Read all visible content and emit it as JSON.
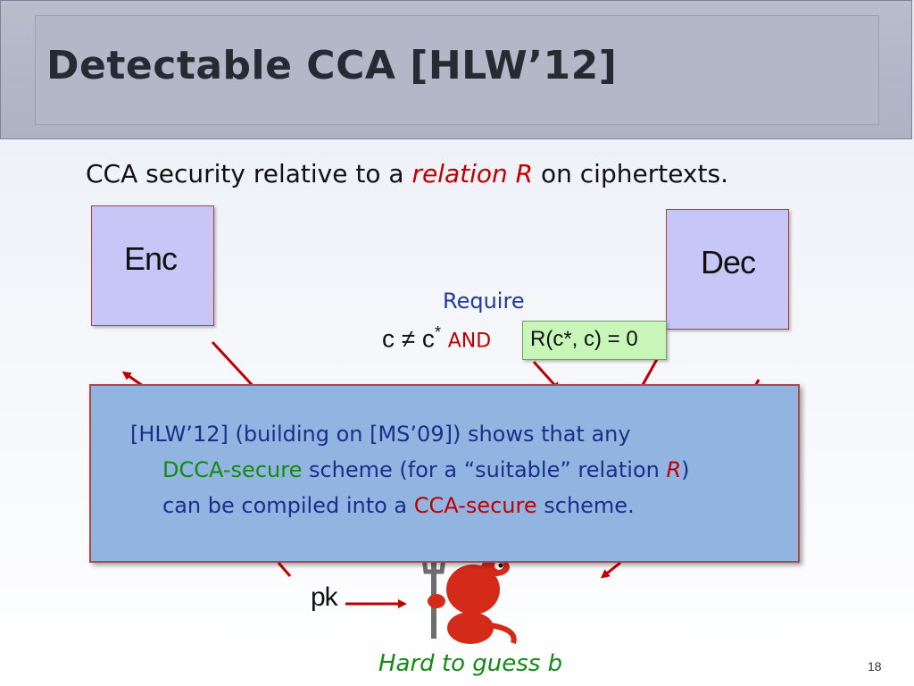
{
  "title": "Detectable CCA [HLW’12]",
  "subtitle": {
    "prefix": "CCA security relative to a ",
    "relation": "relation R",
    "suffix": " on ciphertexts."
  },
  "enc_label": "Enc",
  "dec_label": "Dec",
  "require_label": "Require",
  "condition": {
    "lhs": "c ≠ c",
    "star": "*",
    "and": "AND",
    "relation_box": "R(c*, c) = 0"
  },
  "note": {
    "line1": "[HLW’12] (building on [MS’09]) shows that any",
    "line2_green": "DCCA-secure",
    "line2_mid": " scheme (for a “suitable” relation ",
    "line2_R": "R",
    "line2_end": ")",
    "line3_prefix": "can be compiled into a ",
    "line3_red": "CCA-secure",
    "line3_suffix": " scheme."
  },
  "pk_label": "pk",
  "bottom_text": "Hard to guess b",
  "page_number": "18",
  "colors": {
    "accent_red": "#c00000",
    "accent_green": "#138a13",
    "text_blue": "#1a2f8a",
    "box_purple": "#c7c7f7",
    "box_blue": "#92b4e0",
    "box_green": "#c8f5b8"
  }
}
